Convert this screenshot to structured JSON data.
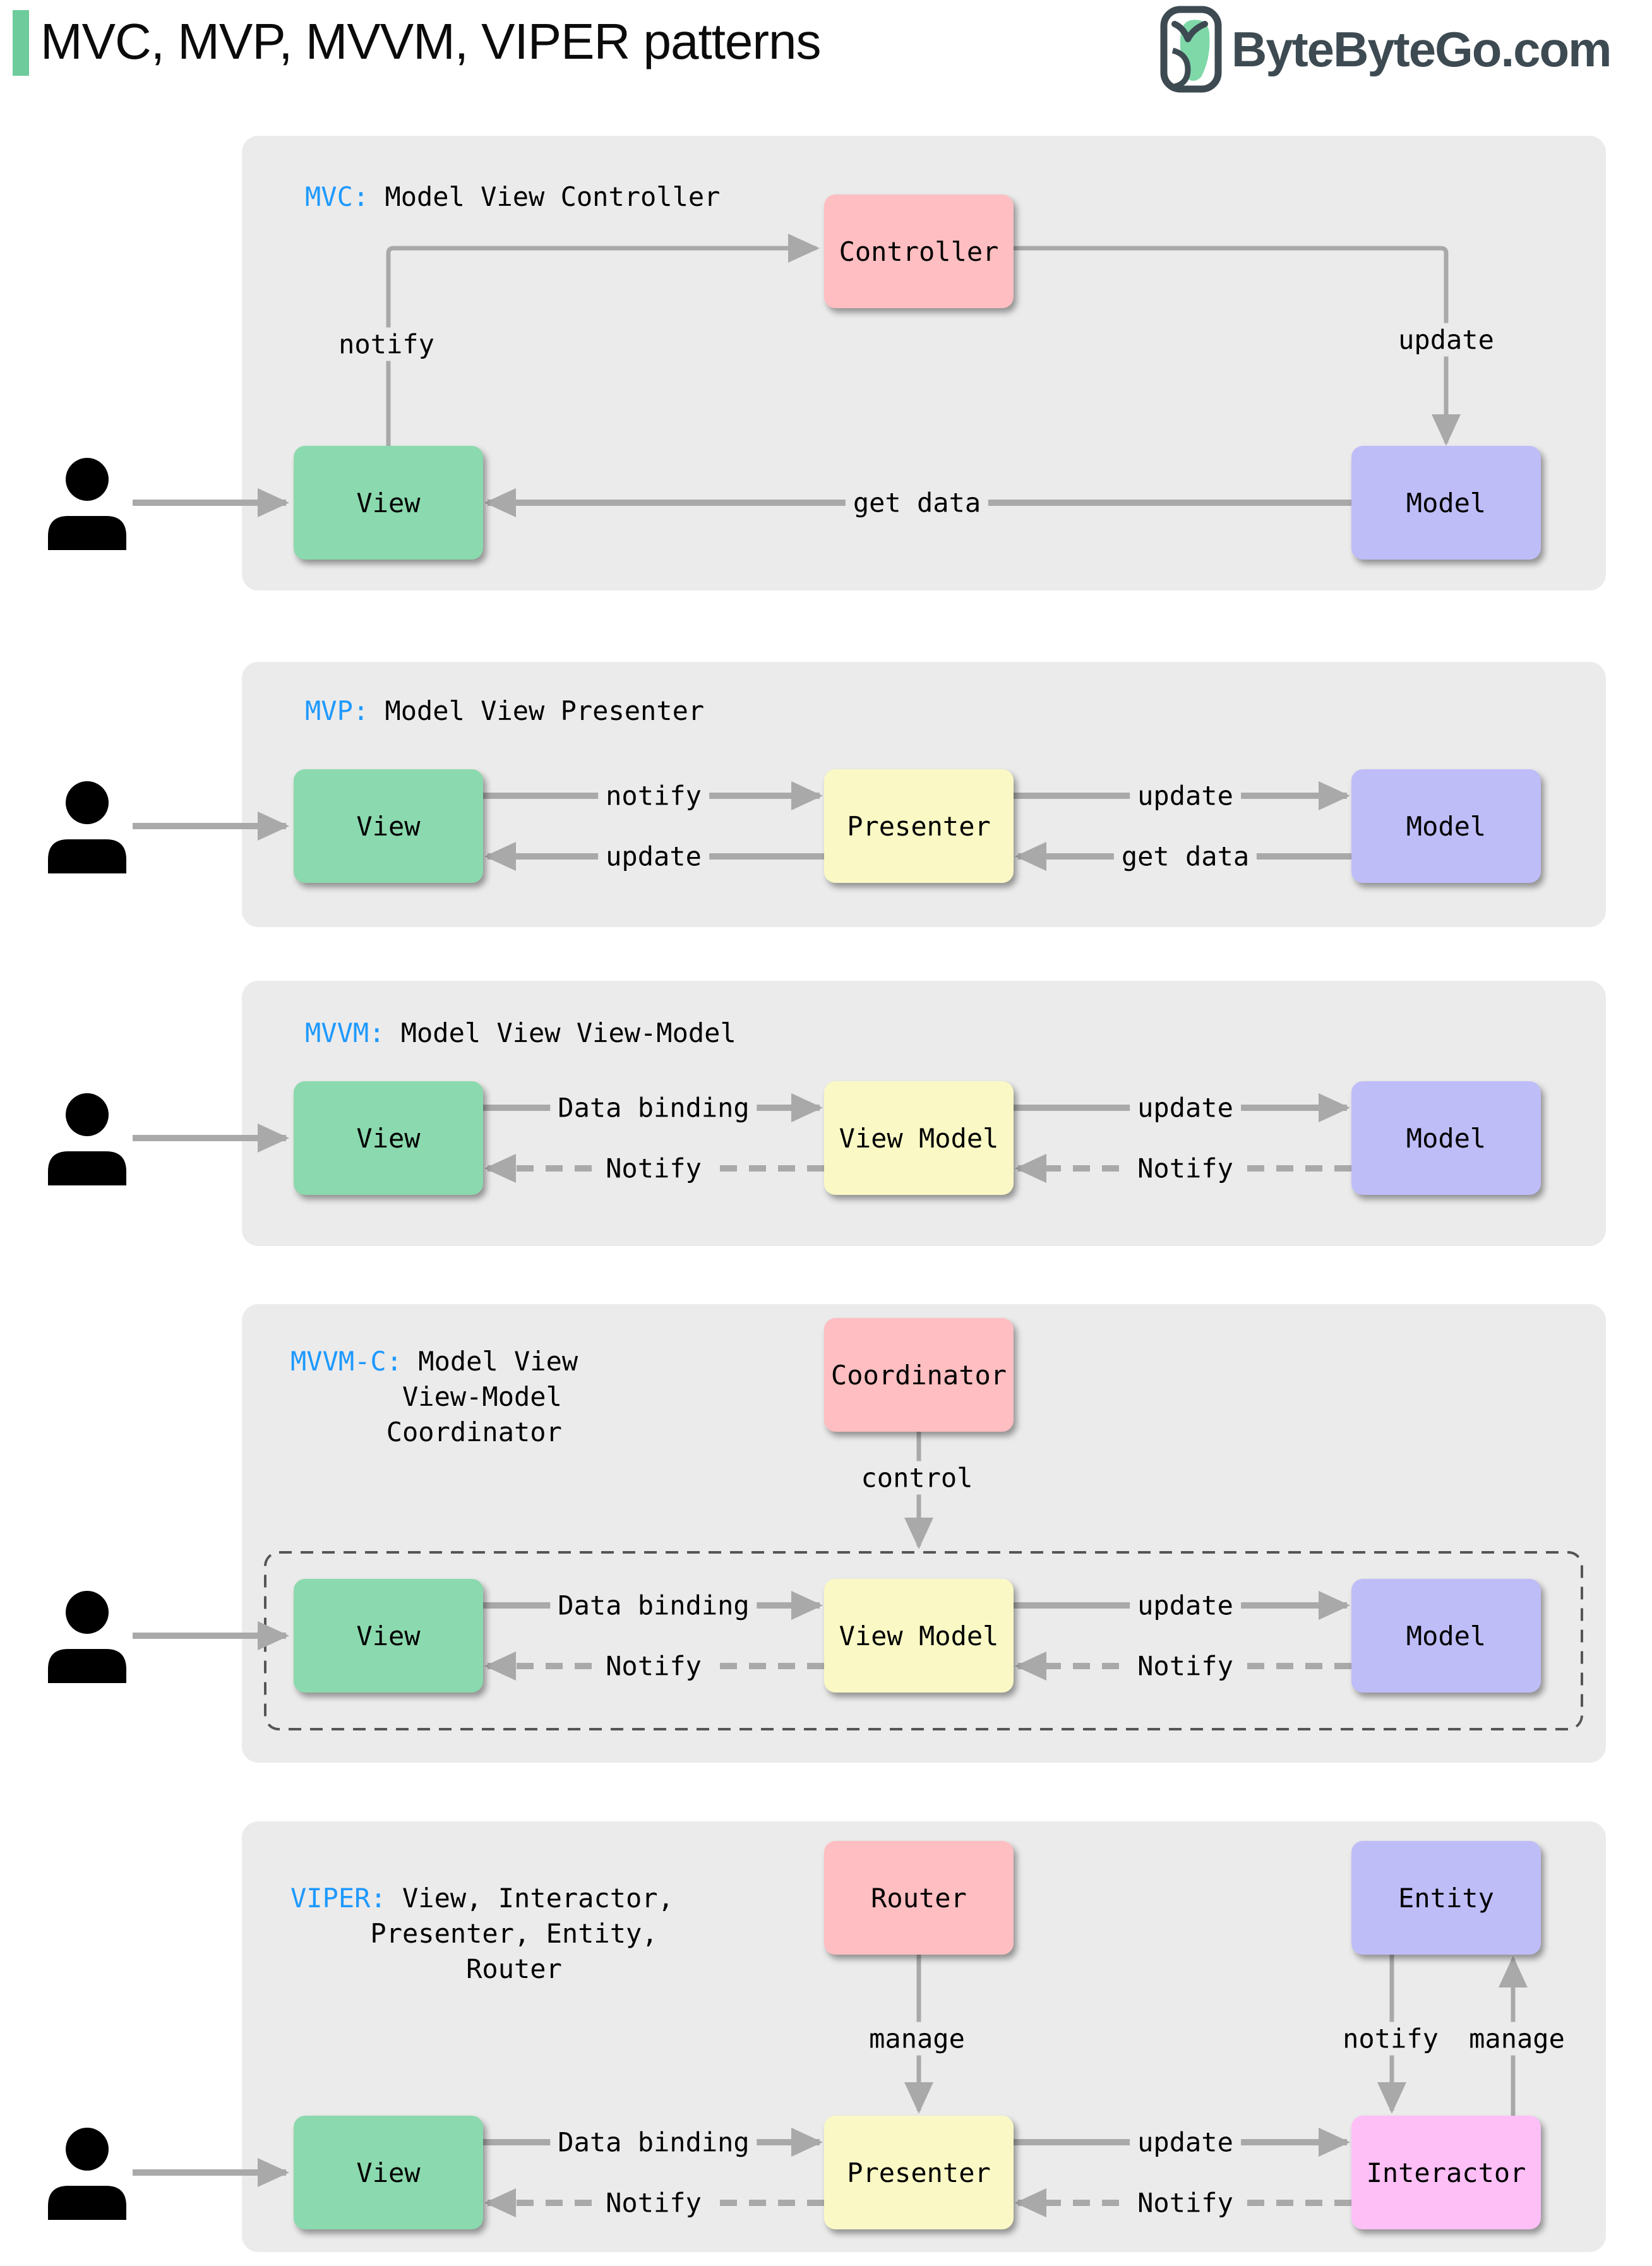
{
  "header": {
    "title": "MVC, MVP, MVVM, VIPER patterns",
    "logo_text": "ByteByteGo.com",
    "logo_icon": "bytebytego-bird-icon"
  },
  "colors": {
    "accent": "#6ecb9b",
    "panel_bg": "#ebebeb",
    "arrow_gray": "#a9a9a9",
    "heading_blue": "#1e99ff",
    "logo_gray": "#3d4a52",
    "box_green": "#8bd9ae",
    "box_pink": "#ffbec1",
    "box_purple": "#bebdf8",
    "box_yellow": "#faf9c5",
    "box_magenta": "#febff7",
    "dashed_border": "#555555"
  },
  "actor": {
    "icon": "person-icon"
  },
  "panels": {
    "mvc": {
      "heading": {
        "abbr": "MVC:",
        "rest": " Model View Controller"
      },
      "boxes": {
        "view": "View",
        "controller": "Controller",
        "model": "Model"
      },
      "edges": {
        "notify": "notify",
        "update": "update",
        "get_data": "get data"
      }
    },
    "mvp": {
      "heading": {
        "abbr": "MVP:",
        "rest": " Model View Presenter"
      },
      "boxes": {
        "view": "View",
        "presenter": "Presenter",
        "model": "Model"
      },
      "edges": {
        "notify": "notify",
        "update_to_model": "update",
        "update_to_view": "update",
        "get_data": "get data"
      }
    },
    "mvvm": {
      "heading": {
        "abbr": "MVVM:",
        "rest": " Model View View-Model"
      },
      "boxes": {
        "view": "View",
        "view_model": "View Model",
        "model": "Model"
      },
      "edges": {
        "data_binding": "Data binding",
        "update": "update",
        "notify_view": "Notify",
        "notify_view_model": "Notify"
      }
    },
    "mvvmc": {
      "heading": {
        "abbr": "MVVM-C:",
        "rest": " Model View",
        "line2": "       View-Model",
        "line3": "      Coordinator"
      },
      "boxes": {
        "coordinator": "Coordinator",
        "view": "View",
        "view_model": "View Model",
        "model": "Model"
      },
      "edges": {
        "control": "control",
        "data_binding": "Data binding",
        "update": "update",
        "notify_view": "Notify",
        "notify_view_model": "Notify"
      }
    },
    "viper": {
      "heading": {
        "abbr": "VIPER:",
        "rest": " View, Interactor,",
        "line2": "     Presenter, Entity,",
        "line3": "           Router"
      },
      "boxes": {
        "router": "Router",
        "entity": "Entity",
        "view": "View",
        "presenter": "Presenter",
        "interactor": "Interactor"
      },
      "edges": {
        "manage_router": "manage",
        "notify_entity": "notify",
        "manage_entity": "manage",
        "data_binding": "Data binding",
        "update": "update",
        "notify_view": "Notify",
        "notify_presenter": "Notify"
      }
    }
  }
}
